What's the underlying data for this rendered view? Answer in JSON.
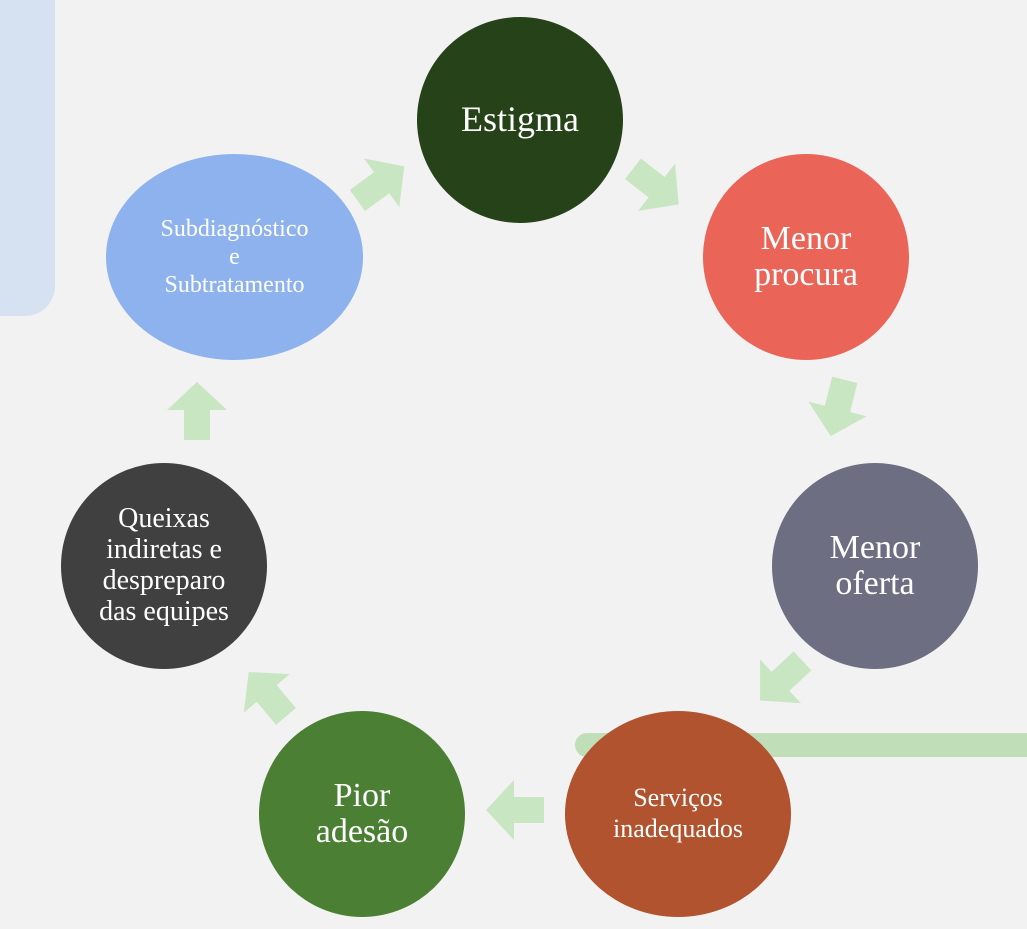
{
  "nodes": [
    {
      "id": "estigma",
      "label": "Estigma",
      "color": "#264219"
    },
    {
      "id": "procura",
      "label": "Menor\nprocura",
      "color": "#ea6458"
    },
    {
      "id": "oferta",
      "label": "Menor\noferta",
      "color": "#6e6e82"
    },
    {
      "id": "servicos",
      "label": "Serviços\ninadequados",
      "color": "#b1532e"
    },
    {
      "id": "adesao",
      "label": "Pior\nadesão",
      "color": "#4b7f34"
    },
    {
      "id": "queixas",
      "label": "Queixas\nindiretas e\ndespreparo\ndas equipes",
      "color": "#404040"
    },
    {
      "id": "subdiag",
      "label": "Subdiagnóstico\ne\nSubtratamento",
      "color": "#8db2ee"
    }
  ],
  "colors": {
    "arrow": "#c9e6c3",
    "background": "#f2f2f2"
  }
}
